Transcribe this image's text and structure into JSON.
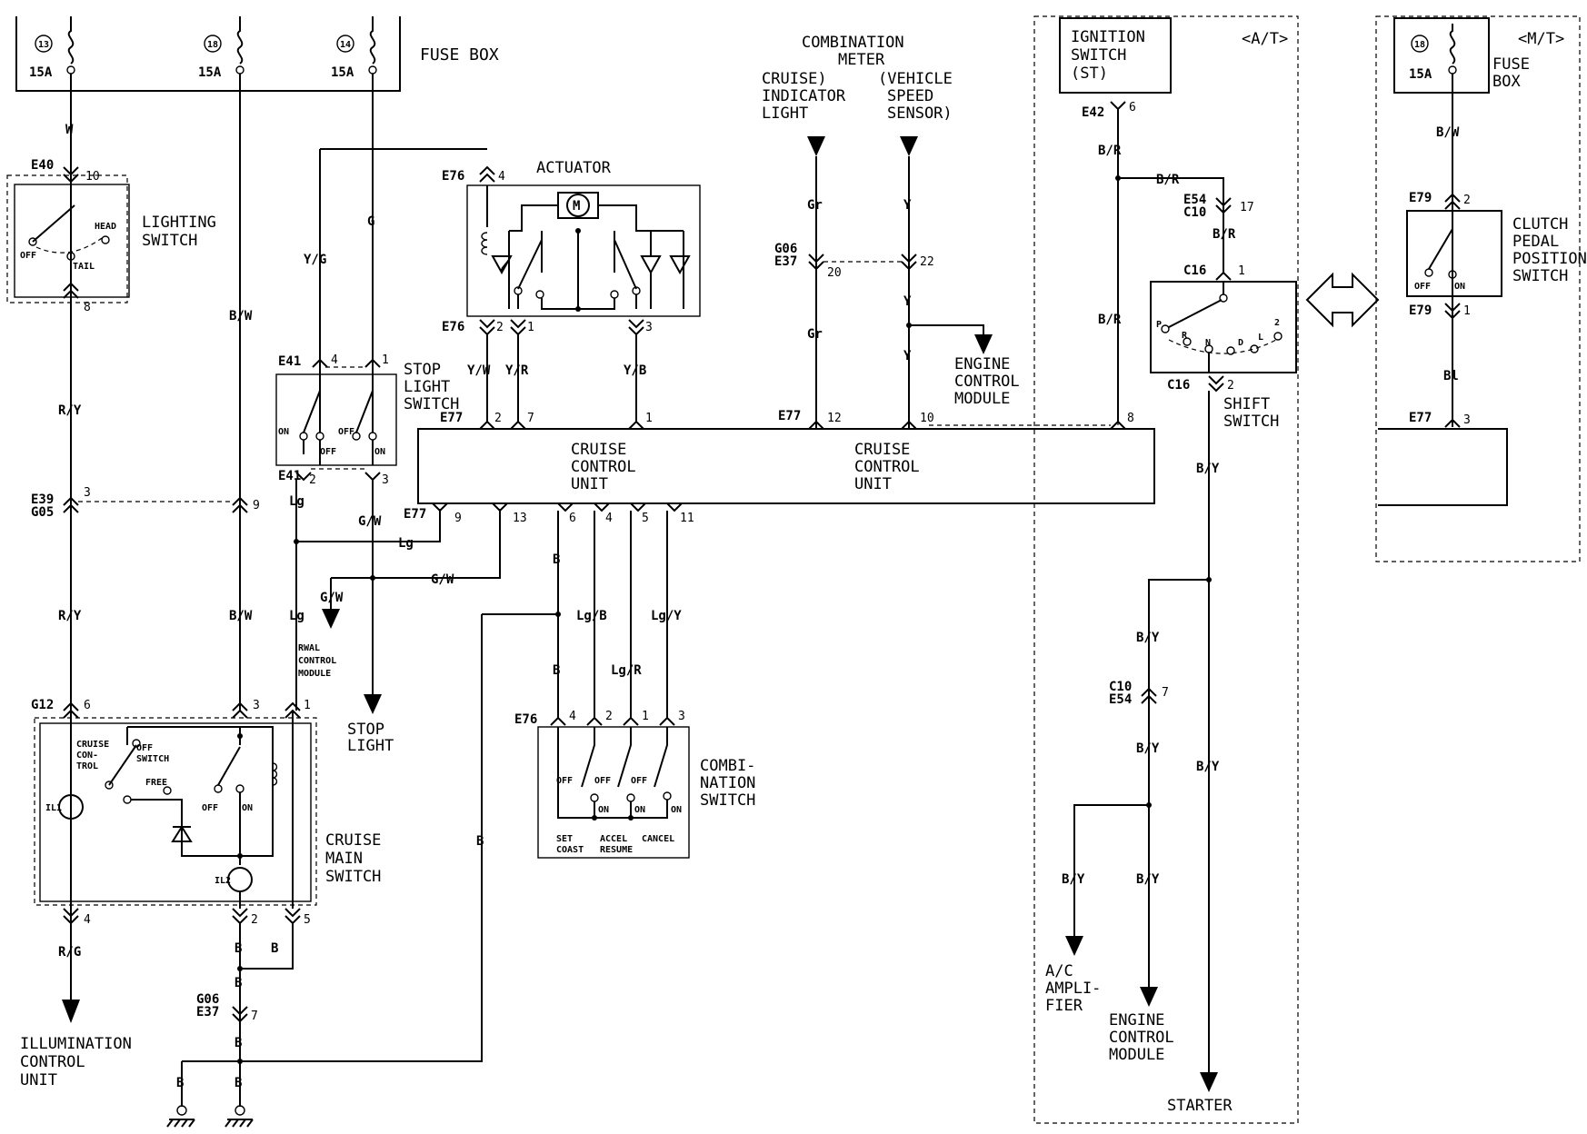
{
  "labels": {
    "fuse_box_top": "FUSE BOX",
    "fuse_a_num": "13",
    "fuse_a_amp": "15A",
    "fuse_b_num": "18",
    "fuse_b_amp": "15A",
    "fuse_c_num": "14",
    "fuse_c_amp": "15A",
    "lighting_switch": [
      "LIGHTING",
      "SWITCH"
    ],
    "ls_head": "HEAD",
    "ls_off": "OFF",
    "ls_tail": "TAIL",
    "actuator": "ACTUATOR",
    "motor": "M",
    "stop_light_switch": [
      "STOP",
      "LIGHT",
      "SWITCH"
    ],
    "sls_on": "ON",
    "sls_off": "OFF",
    "sls_off2": "OFF",
    "sls_on2": "ON",
    "combination_meter": [
      "COMBINATION",
      "METER"
    ],
    "cruise_indicator": [
      "CRUISE)",
      "INDICATOR",
      "LIGHT"
    ],
    "vehicle_speed": [
      "(VEHICLE",
      "SPEED",
      "SENSOR)"
    ],
    "engine_control_module_1": [
      "ENGINE",
      "CONTROL",
      "MODULE"
    ],
    "cruise_control_unit_1": [
      "CRUISE",
      "CONTROL",
      "UNIT"
    ],
    "cruise_control_unit_2": [
      "CRUISE",
      "CONTROL",
      "UNIT"
    ],
    "ignition_switch": [
      "IGNITION",
      "SWITCH",
      "(ST)"
    ],
    "at_tag": "<A/T>",
    "mt_tag": "<M/T>",
    "fuse_mt_num": "18",
    "fuse_mt_amp": "15A",
    "fuse_box_mt": [
      "FUSE",
      "BOX"
    ],
    "clutch_switch": [
      "CLUTCH",
      "PEDAL",
      "POSITION",
      "SWITCH"
    ],
    "cs_off": "OFF",
    "cs_on": "ON",
    "shift_switch": [
      "SHIFT",
      "SWITCH"
    ],
    "ss_positions": [
      "P",
      "R",
      "N",
      "D",
      "L",
      "2"
    ],
    "rwal": [
      "RWAL",
      "CONTROL",
      "MODULE"
    ],
    "stop_light": [
      "STOP",
      "LIGHT"
    ],
    "cruise_main_switch": [
      "CRUISE",
      "MAIN",
      "SWITCH"
    ],
    "cms_cruise_control": [
      "CRUISE",
      "CON-",
      "TROL"
    ],
    "cms_off_switch": [
      "OFF",
      "SWITCH"
    ],
    "cms_free": "FREE",
    "cms_off": "OFF",
    "cms_on": "ON",
    "cms_lamp1": "IL1",
    "cms_lamp2": "IL2",
    "combination_switch": [
      "COMBI-",
      "NATION",
      "SWITCH"
    ],
    "cs3_off": [
      "OFF",
      "OFF",
      "OFF"
    ],
    "cs3_on": [
      "ON",
      "ON",
      "ON"
    ],
    "cs3_set": [
      "SET",
      "COAST"
    ],
    "cs3_accel": [
      "ACCEL",
      "RESUME"
    ],
    "cs3_cancel": "CANCEL",
    "illumination": [
      "ILLUMINATION",
      "CONTROL",
      "UNIT"
    ],
    "ac_amplifier": [
      "A/C",
      "AMPLI-",
      "FIER"
    ],
    "engine_control_module_2": [
      "ENGINE",
      "CONTROL",
      "MODULE"
    ],
    "starter": "STARTER"
  },
  "connectors": {
    "E40": "E40",
    "E39": "E39",
    "G05": "G05",
    "G12": "G12",
    "G06": "G06",
    "E37": "E37",
    "E41a": "E41",
    "E41b": "E41",
    "E76a": "E76",
    "E76b": "E76",
    "E77a": "E77",
    "E77b": "E77",
    "E77c": "E77",
    "E77d": "E77",
    "E42": "E42",
    "E54": "E54",
    "C10": "C10",
    "C16a": "C16",
    "C16b": "C16",
    "C10b": "C10",
    "E54b": "E54",
    "E79a": "E79",
    "E79b": "E79",
    "G06b": "G06",
    "E37b": "E37",
    "E76c": "E76"
  },
  "pins": {
    "p10": "10",
    "p8": "8",
    "p3": "3",
    "p9": "9",
    "p4": "4",
    "p1": "1",
    "p2": "2",
    "p3b": "3",
    "p4a": "4",
    "p2a": "2",
    "p1a": "1",
    "p3a": "3",
    "p20": "20",
    "p22": "22",
    "p6": "6",
    "p17": "17",
    "p1b": "1",
    "p2b": "2",
    "p2c": "2",
    "p7": "7",
    "p1c": "1",
    "p12": "12",
    "p10b": "10",
    "p8b": "8",
    "p9b": "9",
    "p13": "13",
    "p6b": "6",
    "p4b": "4",
    "p5": "5",
    "p11": "11",
    "p3c": "3",
    "p5b": "5",
    "p3d": "3",
    "p1d": "1",
    "p4c": "4",
    "p2d": "2",
    "p5c": "5",
    "p7b": "7",
    "p4d": "4",
    "p2e": "2",
    "p1e": "1",
    "p3e": "3",
    "p7c": "7",
    "p3f": "3"
  },
  "wires": {
    "W": "W",
    "RY1": "R/Y",
    "RY2": "R/Y",
    "RG": "R/G",
    "B1": "B",
    "BW1": "B/W",
    "BW2": "B/W",
    "YG": "Y/G",
    "G": "G",
    "Lg1": "Lg",
    "Lg2": "Lg",
    "Lg3": "Lg",
    "GW1": "G/W",
    "GW2": "G/W",
    "GW3": "G/W",
    "YW": "Y/W",
    "YR": "Y/R",
    "YB": "Y/B",
    "Gr1": "Gr",
    "Gr2": "Gr",
    "Y1": "Y",
    "Y2": "Y",
    "Y3": "Y",
    "BR1": "B/R",
    "BR2": "B/R",
    "BR3": "B/R",
    "BR4": "B/R",
    "BY1": "B/Y",
    "BY2": "B/Y",
    "BY3": "B/Y",
    "BY4": "B/Y",
    "BY5": "B/Y",
    "BY6": "B/Y",
    "BWmt": "B/W",
    "Bl": "Bl",
    "B2": "B",
    "B3": "B",
    "B4": "B",
    "B5": "B",
    "B6": "B",
    "B7": "B",
    "B8": "B",
    "B9": "B",
    "LgB": "Lg/B",
    "LgR": "Lg/R",
    "LgY": "Lg/Y"
  }
}
